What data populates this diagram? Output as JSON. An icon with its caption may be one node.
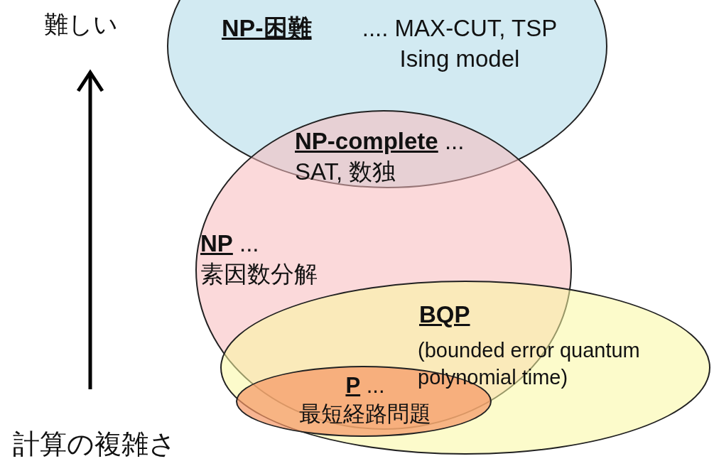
{
  "diagram": {
    "nodes": [
      {
        "text": [
          "NP-困難",
          ".... MAX-CUT, TSP Ising model"
        ]
      },
      {
        "text": [
          "NP",
          "... 素因数分解"
        ]
      },
      {
        "text": [
          "NP-complete",
          "... SAT, 数独"
        ]
      },
      {
        "text": [
          "BQP",
          "(bounded error quantum polynomial time)"
        ]
      },
      {
        "text": [
          "P",
          "... 最短経路問題"
        ],
        "in": 3
      }
    ],
    "edges": [],
    "labels": [
      "難しい",
      "計算の複雑さ"
    ]
  }
}
